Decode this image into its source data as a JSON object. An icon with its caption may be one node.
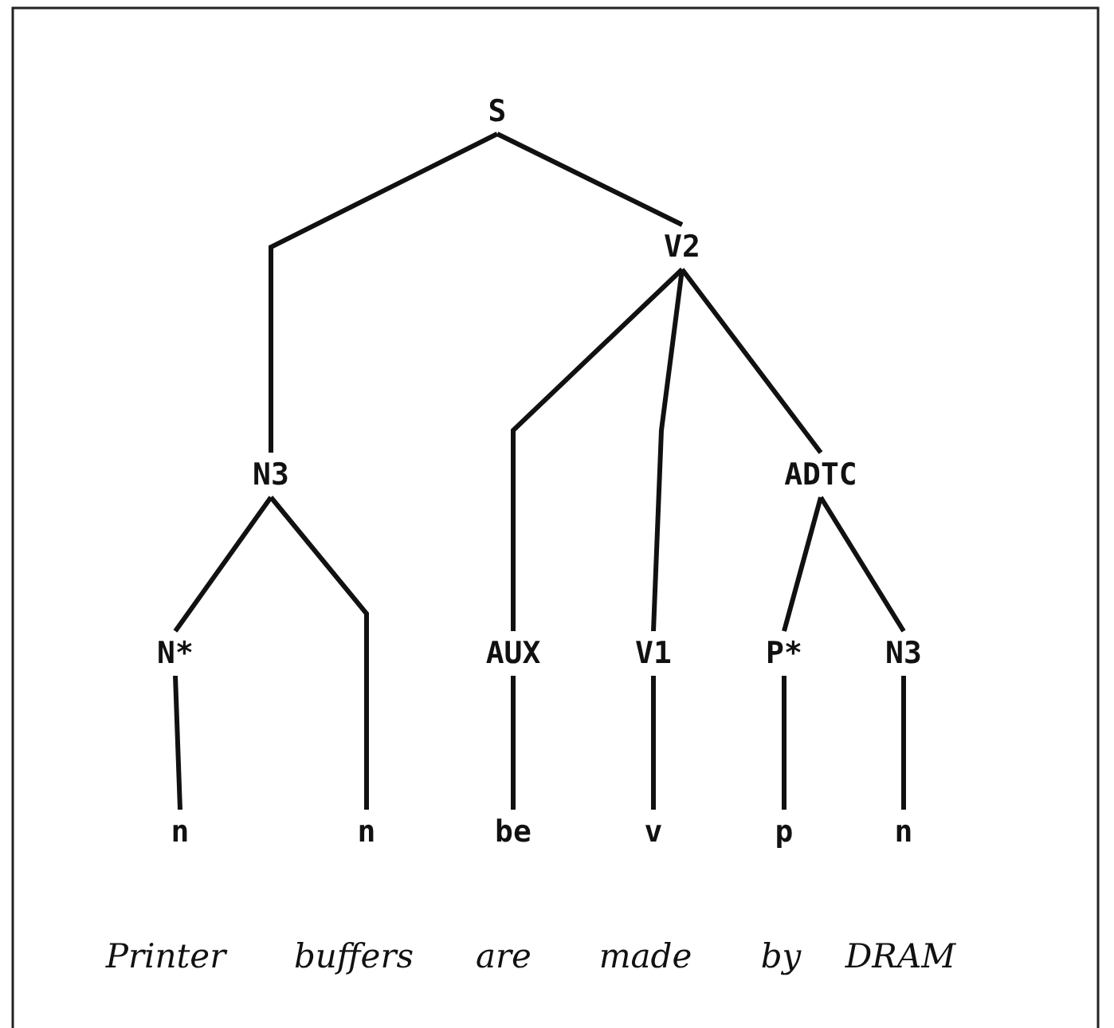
{
  "diagram": {
    "nodes": [
      {
        "text": [
          "S"
        ]
      },
      {
        "text": [
          "V2"
        ]
      },
      {
        "text": [
          "N3"
        ]
      },
      {
        "text": [
          "ADTC"
        ]
      },
      {
        "text": [
          "N*"
        ]
      },
      {
        "text": [
          "AUX"
        ]
      },
      {
        "text": [
          "V1"
        ]
      },
      {
        "text": [
          "P*"
        ]
      },
      {
        "text": [
          "N3"
        ]
      },
      {
        "text": [
          "n"
        ]
      },
      {
        "text": [
          "n"
        ]
      },
      {
        "text": [
          "be"
        ]
      },
      {
        "text": [
          "v"
        ]
      },
      {
        "text": [
          "p"
        ]
      },
      {
        "text": [
          "n"
        ]
      }
    ],
    "edges": [
      {
        "from": 0,
        "to": 2,
        "arrow": "none"
      },
      {
        "from": 0,
        "to": 1,
        "arrow": "none"
      },
      {
        "from": 2,
        "to": 4,
        "arrow": "none"
      },
      {
        "from": 2,
        "to": 10,
        "arrow": "none"
      },
      {
        "from": 1,
        "to": 5,
        "arrow": "none"
      },
      {
        "from": 1,
        "to": 6,
        "arrow": "none"
      },
      {
        "from": 1,
        "to": 3,
        "arrow": "none"
      },
      {
        "from": 3,
        "to": 7,
        "arrow": "none"
      },
      {
        "from": 3,
        "to": 8,
        "arrow": "none"
      },
      {
        "from": 4,
        "to": 9,
        "arrow": "none"
      },
      {
        "from": 5,
        "to": 11,
        "arrow": "none"
      },
      {
        "from": 6,
        "to": 12,
        "arrow": "none"
      },
      {
        "from": 7,
        "to": 13,
        "arrow": "none"
      },
      {
        "from": 8,
        "to": 14,
        "arrow": "none"
      }
    ],
    "labels": [
      "Printer",
      "buffers",
      "are",
      "made",
      "by",
      "DRAM"
    ]
  }
}
